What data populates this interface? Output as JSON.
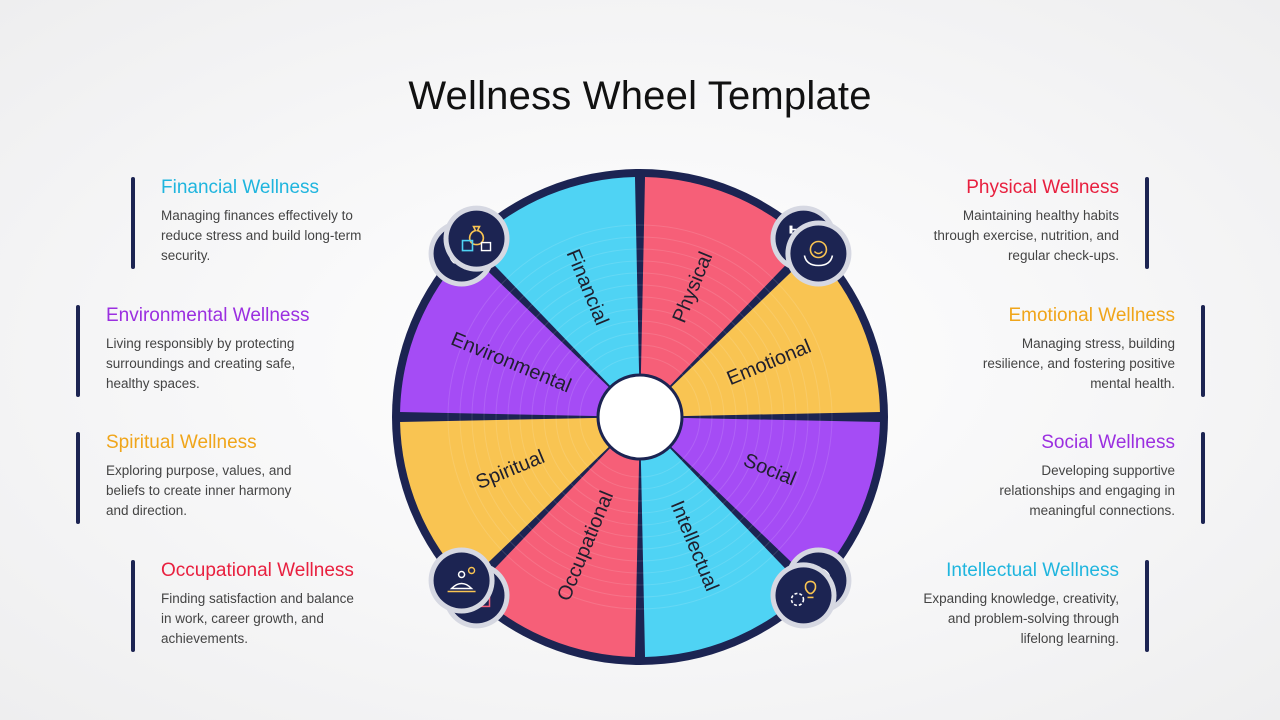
{
  "title": "Wellness Wheel Template",
  "colors": {
    "blue": "#4fd3f4",
    "red": "#f65f78",
    "yellow": "#f9c452",
    "purple": "#a54cf5",
    "navy": "#1c2452",
    "text_blue": "#1fb5de",
    "text_red": "#e8203f",
    "text_yellow": "#f0a51a",
    "text_purple": "#9b2fe0"
  },
  "segments": [
    {
      "label": "Physical",
      "color": "#f65f78",
      "icon": "fitness-heart-icon"
    },
    {
      "label": "Emotional",
      "color": "#f9c452",
      "icon": "happy-face-hands-icon"
    },
    {
      "label": "Social",
      "color": "#a54cf5",
      "icon": "community-circle-icon"
    },
    {
      "label": "Intellectual",
      "color": "#4fd3f4",
      "icon": "idea-gears-icon"
    },
    {
      "label": "Occupational",
      "color": "#f65f78",
      "icon": "worker-growth-icon"
    },
    {
      "label": "Spiritual",
      "color": "#f9c452",
      "icon": "meditation-icon"
    },
    {
      "label": "Environmental",
      "color": "#a54cf5",
      "icon": "eco-cycle-icon"
    },
    {
      "label": "Financial",
      "color": "#4fd3f4",
      "icon": "money-bag-icon"
    }
  ],
  "items": {
    "financial": {
      "heading": "Financial Wellness",
      "body": "Managing finances effectively to reduce stress and build long-term security.",
      "color": "#1fb5de"
    },
    "environmental": {
      "heading": "Environmental Wellness",
      "body": "Living responsibly by protecting surroundings and creating safe, healthy spaces.",
      "color": "#9b2fe0"
    },
    "spiritual": {
      "heading": "Spiritual Wellness",
      "body": "Exploring purpose, values, and beliefs to create inner harmony and direction.",
      "color": "#f0a51a"
    },
    "occupational": {
      "heading": "Occupational Wellness",
      "body": "Finding satisfaction and balance in work, career growth, and achievements.",
      "color": "#e8203f"
    },
    "physical": {
      "heading": "Physical Wellness",
      "body": "Maintaining healthy habits through exercise, nutrition, and regular check-ups.",
      "color": "#e8203f"
    },
    "emotional": {
      "heading": "Emotional Wellness",
      "body": "Managing stress, building resilience, and fostering positive mental health.",
      "color": "#f0a51a"
    },
    "social": {
      "heading": "Social Wellness",
      "body": "Developing supportive relationships and engaging in meaningful connections.",
      "color": "#9b2fe0"
    },
    "intellectual": {
      "heading": "Intellectual Wellness",
      "body": "Expanding knowledge, creativity, and problem-solving through lifelong learning.",
      "color": "#1fb5de"
    }
  }
}
